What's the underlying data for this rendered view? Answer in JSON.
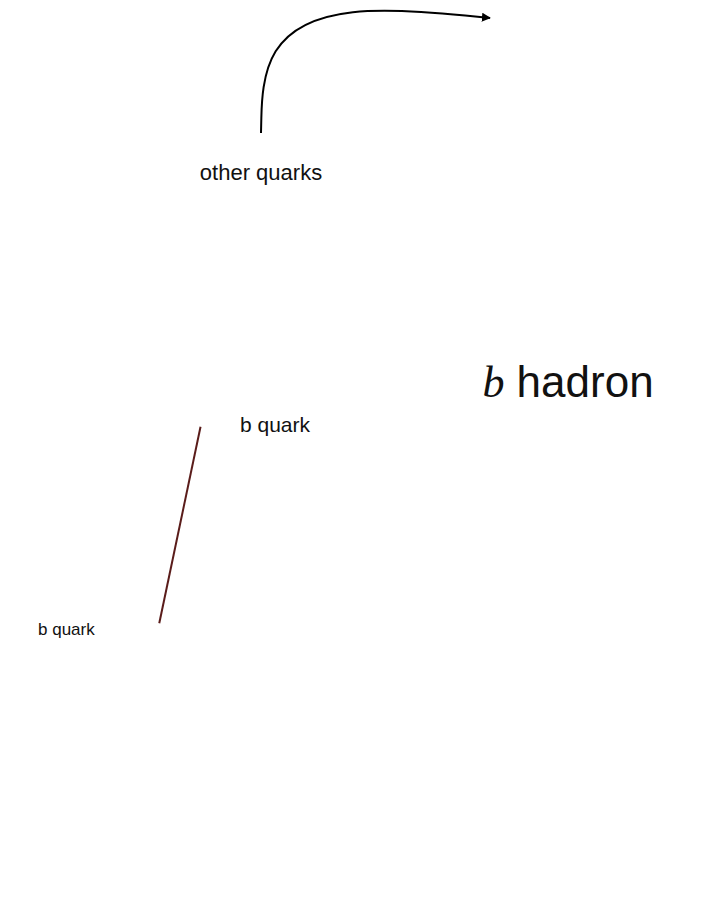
{
  "diagram": {
    "nodes": [
      {
        "text": [
          "other quarks",
          "b quark"
        ]
      },
      {
        "text": [
          "b hadron"
        ]
      },
      {
        "text": [
          "b quark"
        ]
      }
    ],
    "edges": [
      {
        "from": 2,
        "to": 0,
        "arrow": "none"
      },
      {
        "from": 0,
        "to": 1,
        "arrow": "to"
      }
    ]
  }
}
